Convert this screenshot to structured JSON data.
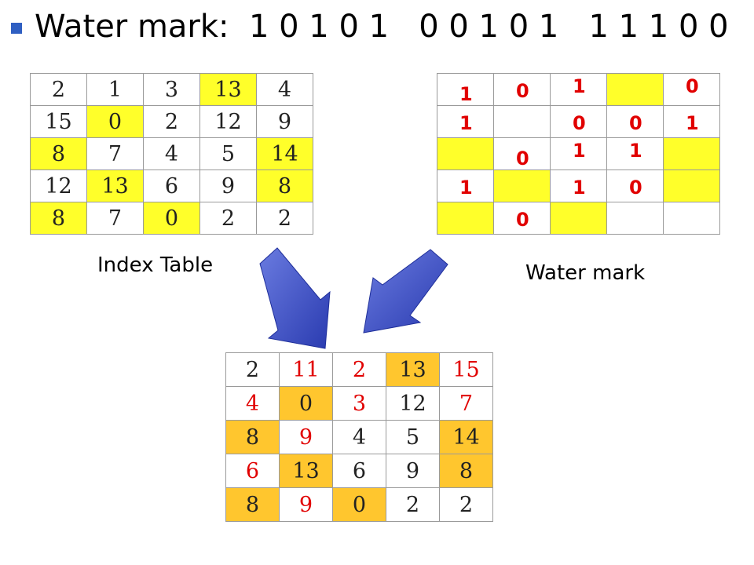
{
  "title": {
    "label": "Water mark:",
    "bits": "1 0 1 0 1   0 0 1 0 1   1 1 1 0 0"
  },
  "colors": {
    "bullet": "#2f5fc2",
    "highlight_yellow": "#ffff2a",
    "highlight_orange": "#ffc62e",
    "bit_red": "#e10000",
    "arrow_blue": "#3a4fc8"
  },
  "index_table": {
    "caption": "Index Table",
    "rows": [
      [
        "2",
        "1",
        "3",
        "13",
        "4"
      ],
      [
        "15",
        "0",
        "2",
        "12",
        "9"
      ],
      [
        "8",
        "7",
        "4",
        "5",
        "14"
      ],
      [
        "12",
        "13",
        "6",
        "9",
        "8"
      ],
      [
        "8",
        "7",
        "0",
        "2",
        "2"
      ]
    ],
    "highlighted": [
      [
        0,
        3
      ],
      [
        1,
        1
      ],
      [
        2,
        0
      ],
      [
        2,
        4
      ],
      [
        3,
        1
      ],
      [
        3,
        4
      ],
      [
        4,
        0
      ],
      [
        4,
        2
      ]
    ]
  },
  "watermark_table": {
    "caption": "Water mark",
    "highlighted": [
      [
        0,
        3
      ],
      [
        2,
        0
      ],
      [
        2,
        4
      ],
      [
        3,
        1
      ],
      [
        3,
        4
      ],
      [
        4,
        0
      ],
      [
        4,
        2
      ]
    ],
    "bits": [
      {
        "row": 0,
        "col": 0,
        "value": "1",
        "pos": "low"
      },
      {
        "row": 0,
        "col": 1,
        "value": "0",
        "pos": "mid"
      },
      {
        "row": 0,
        "col": 2,
        "value": "1",
        "pos": "high"
      },
      {
        "row": 0,
        "col": 4,
        "value": "0",
        "pos": "high"
      },
      {
        "row": 1,
        "col": 0,
        "value": "1",
        "pos": "mid"
      },
      {
        "row": 1,
        "col": 2,
        "value": "0",
        "pos": "mid"
      },
      {
        "row": 1,
        "col": 3,
        "value": "0",
        "pos": "mid"
      },
      {
        "row": 1,
        "col": 4,
        "value": "1",
        "pos": "mid"
      },
      {
        "row": 2,
        "col": 1,
        "value": "0",
        "pos": "low"
      },
      {
        "row": 2,
        "col": 2,
        "value": "1",
        "pos": "high"
      },
      {
        "row": 2,
        "col": 3,
        "value": "1",
        "pos": "high"
      },
      {
        "row": 3,
        "col": 0,
        "value": "1",
        "pos": "mid"
      },
      {
        "row": 3,
        "col": 2,
        "value": "1",
        "pos": "mid"
      },
      {
        "row": 3,
        "col": 3,
        "value": "0",
        "pos": "mid"
      },
      {
        "row": 4,
        "col": 1,
        "value": "0",
        "pos": "mid"
      }
    ]
  },
  "result_table": {
    "rows": [
      [
        "2",
        "11",
        "2",
        "13",
        "15"
      ],
      [
        "4",
        "0",
        "3",
        "12",
        "7"
      ],
      [
        "8",
        "9",
        "4",
        "5",
        "14"
      ],
      [
        "6",
        "13",
        "6",
        "9",
        "8"
      ],
      [
        "8",
        "9",
        "0",
        "2",
        "2"
      ]
    ],
    "highlighted": [
      [
        0,
        3
      ],
      [
        1,
        1
      ],
      [
        2,
        0
      ],
      [
        2,
        4
      ],
      [
        3,
        1
      ],
      [
        3,
        4
      ],
      [
        4,
        0
      ],
      [
        4,
        2
      ]
    ],
    "modified": [
      [
        0,
        1
      ],
      [
        0,
        2
      ],
      [
        0,
        4
      ],
      [
        1,
        0
      ],
      [
        1,
        2
      ],
      [
        1,
        4
      ],
      [
        2,
        1
      ],
      [
        3,
        0
      ],
      [
        4,
        1
      ]
    ]
  }
}
